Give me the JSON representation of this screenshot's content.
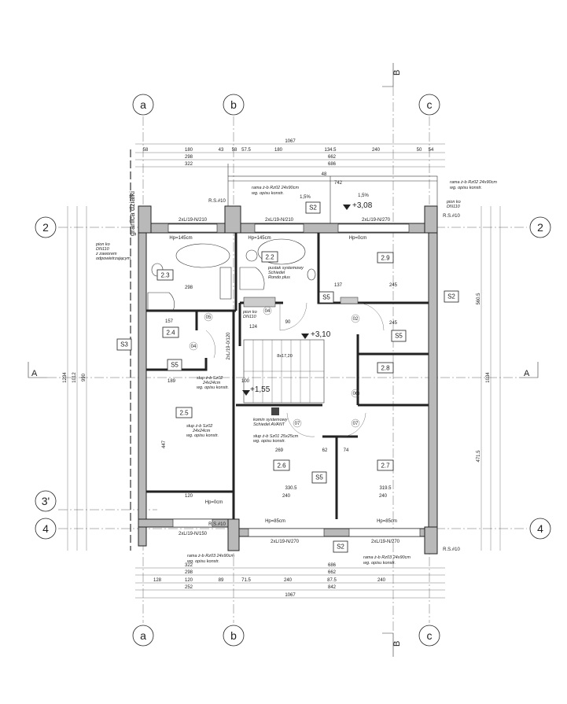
{
  "axes": {
    "a": "a",
    "b": "b",
    "c": "c",
    "row2": "2",
    "row3p": "3'",
    "row4": "4"
  },
  "sections": {
    "A": "A",
    "B": "B"
  },
  "boundary_label": "granica działki",
  "rooms": {
    "r22": "2.2",
    "r23": "2.3",
    "r24": "2.4",
    "r25": "2.5",
    "r26": "2.6",
    "r27": "2.7",
    "r28": "2.8",
    "r29": "2.9"
  },
  "wall_types": {
    "s2": "S2",
    "s3": "S3",
    "s5": "S5"
  },
  "levels": {
    "l310": "+3,10",
    "l308": "+3,08",
    "l155": "+1,55"
  },
  "dims_top": {
    "total": "1067",
    "c1": "58",
    "c2": "180",
    "c3": "43",
    "c4": "58",
    "c5": "57.5",
    "c6": "180",
    "c7": "134.5",
    "c8": "240",
    "c9": "50",
    "c10": "54",
    "r2a": "298",
    "r2b": "662",
    "r3a": "322",
    "r3b": "686",
    "bal": "742",
    "h48": "48"
  },
  "dims_bottom": {
    "r1a": "322",
    "r1b": "686",
    "r2a": "298",
    "r2b": "662",
    "c1": "128",
    "c2": "120",
    "c3": "89",
    "c4": "71.5",
    "c5": "240",
    "c6": "87.5",
    "c7": "240",
    "r4a": "252",
    "r4b": "842",
    "total": "1067"
  },
  "dims_left": {
    "total": "1234",
    "d1": "1012",
    "d2": "990",
    "d3": "447"
  },
  "dims_right": {
    "d1": "560.5",
    "d2": "471.5",
    "d3": "1034"
  },
  "interior_dims": {
    "d298": "298",
    "d157": "157",
    "d124": "124",
    "d90": "90",
    "d245a": "245",
    "d245b": "245",
    "d137": "137",
    "d269": "269",
    "d330": "330.5",
    "d319": "319.5",
    "d240a": "240",
    "d240b": "240",
    "d120": "120",
    "d189": "189",
    "d100": "100",
    "d62": "62",
    "d74": "74"
  },
  "windows": {
    "w1": "2xL/19-N/210",
    "w2": "2xL/19-N/210",
    "w3": "2xL/19-N/270",
    "w4": "2xL/19-N/150",
    "w5": "2xL/19-N/270",
    "w6": "2xL/19-N/270",
    "w7": "2xL/19-0/120"
  },
  "sill_heights": {
    "h1": "Hp=145cm",
    "h2": "Hp=145cm",
    "h3": "Hp=0cm",
    "h4": "Hp=0cm",
    "h5": "Hp=85cm",
    "h6": "Hp=85cm"
  },
  "slope": {
    "s1": "1,5%",
    "s2": "1,5%"
  },
  "rs": "R.S.#10",
  "stairs": "8x17,20",
  "notes": {
    "frame_top": "rama ż-b Rz02 24x90cm",
    "frame_top_sub": "wg. opisu konstr.",
    "frame_top_r": "rama ż-b Rz02 24x90cm",
    "frame_top_r_sub": "wg. opisu konstr.",
    "frame_bot_l": "rama ż-b Rz03 24x90cm",
    "frame_bot_l_sub": "wg. opisu konstr.",
    "frame_bot_r": "rama ż-b Rz03 24x90cm",
    "frame_bot_r_sub": "wg. opisu konstr.",
    "pipe_vent_1": "pion ko",
    "pipe_vent_2": "DN110",
    "pipe_vent_3": "z zaworem",
    "pipe_vent_4": "odpowietrzającym",
    "pipe1": "pion ko",
    "pipe1b": "DN110",
    "pipe2": "pion ko",
    "pipe2b": "DN110",
    "block_1": "pustak systemowy",
    "block_2": "Schiedel",
    "block_3": "Rondo plus",
    "col_sz02a_1": "słup ż-b Sz02",
    "col_sz02a_2": "24x24cm",
    "col_sz02a_3": "wg. opisu konstr.",
    "col_sz02b_1": "słup ż-b Sz02",
    "col_sz02b_2": "24x24cm",
    "col_sz02b_3": "wg. opisu konstr.",
    "chimney_1": "komin systemowy",
    "chimney_2": "Schiedel AVANT",
    "col_sz01_1": "słup ż-b Sz01 25x25cm",
    "col_sz01_2": "wg. opisu konstr."
  },
  "doors": {
    "d04a": "04",
    "d04b": "04",
    "d07a": "07",
    "d07b": "07",
    "d06": "06",
    "d05": "05",
    "d02": "02"
  }
}
